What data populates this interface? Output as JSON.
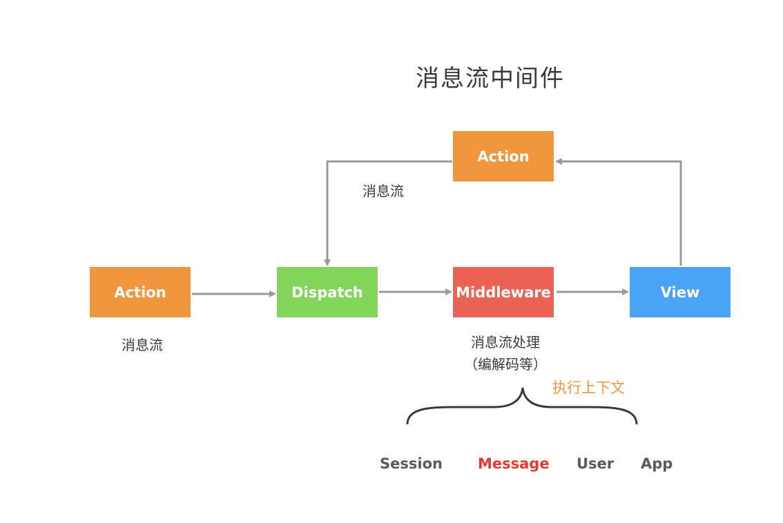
{
  "title": "消息流中间件",
  "boxes": {
    "action_top": "Action",
    "action_left": "Action",
    "dispatch": "Dispatch",
    "middleware": "Middleware",
    "view": "View"
  },
  "labels": {
    "flow_top": "消息流",
    "flow_left": "消息流",
    "processing_line1": "消息流处理",
    "processing_line2": "（编解码等）",
    "context": "执行上下文"
  },
  "context_items": {
    "session": "Session",
    "message": "Message",
    "user": "User",
    "app": "App"
  },
  "colors": {
    "action": "#f0963e",
    "dispatch": "#83d45b",
    "middleware": "#eb6356",
    "view": "#4ba3f6",
    "arrow": "#9a9a9a",
    "message_highlight": "#e03a2e",
    "context_label": "#f0963e"
  }
}
